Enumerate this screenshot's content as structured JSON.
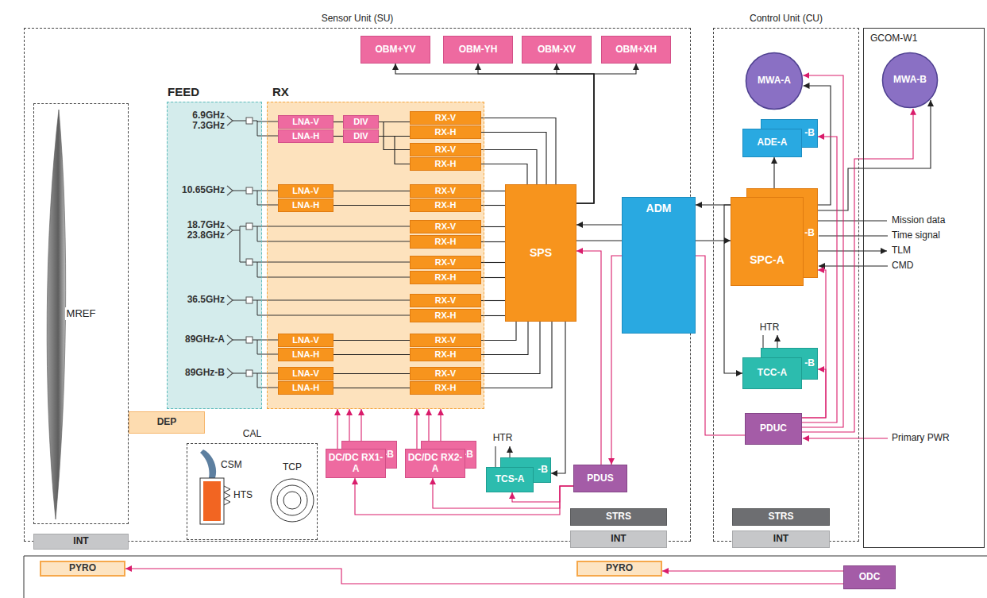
{
  "diagram": {
    "nodes": [
      {
        "text": [
          "Sensor Unit (SU)"
        ]
      },
      {
        "text": [
          "OBM+YV"
        ],
        "in": 0
      },
      {
        "text": [
          "OBM-YH"
        ],
        "in": 0
      },
      {
        "text": [
          "OBM-XV"
        ],
        "in": 0
      },
      {
        "text": [
          "OBM+XH"
        ],
        "in": 0
      },
      {
        "text": [
          "FEED"
        ],
        "in": 0
      },
      {
        "text": [
          "RX"
        ],
        "in": 0
      },
      {
        "text": [
          "LNA-V"
        ],
        "in": 6
      },
      {
        "text": [
          "LNA-H"
        ],
        "in": 6
      },
      {
        "text": [
          "DIV"
        ],
        "in": 6
      },
      {
        "text": [
          "DIV"
        ],
        "in": 6
      },
      {
        "text": [
          "RX-V"
        ],
        "in": 6
      },
      {
        "text": [
          "RX-H"
        ],
        "in": 6
      },
      {
        "text": [
          "RX-V"
        ],
        "in": 6
      },
      {
        "text": [
          "RX-H"
        ],
        "in": 6
      },
      {
        "text": [
          "LNA-V"
        ],
        "in": 6
      },
      {
        "text": [
          "LNA-H"
        ],
        "in": 6
      },
      {
        "text": [
          "RX-V"
        ],
        "in": 6
      },
      {
        "text": [
          "RX-H"
        ],
        "in": 6
      },
      {
        "text": [
          "RX-V"
        ],
        "in": 6
      },
      {
        "text": [
          "RX-H"
        ],
        "in": 6
      },
      {
        "text": [
          "RX-V"
        ],
        "in": 6
      },
      {
        "text": [
          "RX-H"
        ],
        "in": 6
      },
      {
        "text": [
          "RX-V"
        ],
        "in": 6
      },
      {
        "text": [
          "RX-H"
        ],
        "in": 6
      },
      {
        "text": [
          "LNA-V"
        ],
        "in": 6
      },
      {
        "text": [
          "LNA-H"
        ],
        "in": 6
      },
      {
        "text": [
          "RX-V"
        ],
        "in": 6
      },
      {
        "text": [
          "RX-H"
        ],
        "in": 6
      },
      {
        "text": [
          "LNA-V"
        ],
        "in": 6
      },
      {
        "text": [
          "LNA-H"
        ],
        "in": 6
      },
      {
        "text": [
          "RX-V"
        ],
        "in": 6
      },
      {
        "text": [
          "RX-H"
        ],
        "in": 6
      },
      {
        "text": [
          "SPS"
        ],
        "in": 0
      },
      {
        "text": [
          "ADM"
        ],
        "in": 0
      },
      {
        "text": [
          "MREF"
        ],
        "in": 0
      },
      {
        "text": [
          "DEP"
        ],
        "in": 0
      },
      {
        "text": [
          "CAL"
        ],
        "in": 0
      },
      {
        "text": [
          "-B"
        ],
        "in": 0
      },
      {
        "text": [
          "DC/DC RX1-A"
        ],
        "in": 0
      },
      {
        "text": [
          "-B"
        ],
        "in": 0
      },
      {
        "text": [
          "DC/DC RX2-A"
        ],
        "in": 0
      },
      {
        "text": [
          "-B"
        ],
        "in": 0
      },
      {
        "text": [
          "TCS-A"
        ],
        "in": 0
      },
      {
        "text": [
          "PDUS"
        ],
        "in": 0
      },
      {
        "text": [
          "STRS"
        ],
        "in": 0
      },
      {
        "text": [
          "INT"
        ]
      },
      {
        "text": [
          "INT"
        ]
      },
      {
        "text": [
          "Control Unit (CU)"
        ]
      },
      {
        "text": [
          "MWA-A"
        ],
        "in": 48
      },
      {
        "text": [
          "-B"
        ],
        "in": 48
      },
      {
        "text": [
          "ADE-A"
        ],
        "in": 48
      },
      {
        "text": [
          "-B"
        ],
        "in": 48
      },
      {
        "text": [
          "SPC-A"
        ],
        "in": 48
      },
      {
        "text": [
          "-B"
        ],
        "in": 48
      },
      {
        "text": [
          "TCC-A"
        ],
        "in": 48
      },
      {
        "text": [
          "PDUC"
        ],
        "in": 48
      },
      {
        "text": [
          "STRS"
        ],
        "in": 48
      },
      {
        "text": [
          "INT"
        ]
      },
      {
        "text": [
          "GCOM-W1"
        ]
      },
      {
        "text": [
          "MWA-B"
        ],
        "in": 59
      },
      {
        "text": [
          "PYRO"
        ]
      },
      {
        "text": [
          "PYRO"
        ]
      },
      {
        "text": [
          "ODC"
        ]
      }
    ],
    "edges": [
      {
        "from": 7,
        "to": 9,
        "arrow": "none"
      },
      {
        "from": 8,
        "to": 10,
        "arrow": "none"
      },
      {
        "from": 9,
        "to": 11,
        "arrow": "none"
      },
      {
        "from": 9,
        "to": 13,
        "arrow": "none"
      },
      {
        "from": 10,
        "to": 12,
        "arrow": "none"
      },
      {
        "from": 10,
        "to": 14,
        "arrow": "none"
      },
      {
        "from": 15,
        "to": 17,
        "arrow": "none"
      },
      {
        "from": 16,
        "to": 18,
        "arrow": "none"
      },
      {
        "from": 25,
        "to": 27,
        "arrow": "none"
      },
      {
        "from": 26,
        "to": 28,
        "arrow": "none"
      },
      {
        "from": 29,
        "to": 31,
        "arrow": "none"
      },
      {
        "from": 30,
        "to": 32,
        "arrow": "none"
      },
      {
        "from": 11,
        "to": 33,
        "arrow": "none"
      },
      {
        "from": 12,
        "to": 33,
        "arrow": "none"
      },
      {
        "from": 13,
        "to": 33,
        "arrow": "none"
      },
      {
        "from": 14,
        "to": 33,
        "arrow": "none"
      },
      {
        "from": 17,
        "to": 33,
        "arrow": "none"
      },
      {
        "from": 18,
        "to": 33,
        "arrow": "none"
      },
      {
        "from": 19,
        "to": 33,
        "arrow": "none"
      },
      {
        "from": 20,
        "to": 33,
        "arrow": "none"
      },
      {
        "from": 21,
        "to": 33,
        "arrow": "none"
      },
      {
        "from": 22,
        "to": 33,
        "arrow": "none"
      },
      {
        "from": 23,
        "to": 33,
        "arrow": "none"
      },
      {
        "from": 24,
        "to": 33,
        "arrow": "none"
      },
      {
        "from": 27,
        "to": 33,
        "arrow": "none"
      },
      {
        "from": 28,
        "to": 33,
        "arrow": "none"
      },
      {
        "from": 31,
        "to": 33,
        "arrow": "none"
      },
      {
        "from": 32,
        "to": 33,
        "arrow": "none"
      },
      {
        "from": 33,
        "to": 1,
        "arrow": "to"
      },
      {
        "from": 33,
        "to": 2,
        "arrow": "to"
      },
      {
        "from": 33,
        "to": 3,
        "arrow": "to"
      },
      {
        "from": 33,
        "to": 4,
        "arrow": "to"
      },
      {
        "from": 34,
        "to": 33,
        "arrow": "to"
      },
      {
        "from": 33,
        "to": 53,
        "arrow": "to"
      },
      {
        "from": 53,
        "to": 34,
        "arrow": "to"
      },
      {
        "from": 53,
        "to": 51,
        "arrow": "to"
      },
      {
        "from": 53,
        "to": 55,
        "arrow": "to"
      },
      {
        "from": 53,
        "to": 49,
        "arrow": "to"
      },
      {
        "from": 53,
        "to": 60,
        "arrow": "to"
      },
      {
        "from": 33,
        "to": 42,
        "arrow": "to"
      },
      {
        "from": 56,
        "to": 49,
        "arrow": "to"
      },
      {
        "from": 56,
        "to": 50,
        "arrow": "to"
      },
      {
        "from": 56,
        "to": 52,
        "arrow": "to"
      },
      {
        "from": 56,
        "to": 54,
        "arrow": "to"
      },
      {
        "from": 56,
        "to": 44,
        "arrow": "to"
      },
      {
        "from": 44,
        "to": 33,
        "arrow": "to"
      },
      {
        "from": 44,
        "to": 39,
        "arrow": "to"
      },
      {
        "from": 44,
        "to": 41,
        "arrow": "to"
      },
      {
        "from": 44,
        "to": 43,
        "arrow": "to"
      },
      {
        "from": 39,
        "to": 6,
        "arrow": "to"
      },
      {
        "from": 39,
        "to": 6,
        "arrow": "to"
      },
      {
        "from": 39,
        "to": 6,
        "arrow": "to"
      },
      {
        "from": 41,
        "to": 6,
        "arrow": "to"
      },
      {
        "from": 41,
        "to": 6,
        "arrow": "to"
      },
      {
        "from": 41,
        "to": 6,
        "arrow": "to"
      },
      {
        "from": 63,
        "to": 62,
        "arrow": "to"
      },
      {
        "from": 63,
        "to": 61,
        "arrow": "to"
      },
      {
        "from": 56,
        "to": 60,
        "arrow": "to"
      }
    ],
    "labels": [
      "6.9GHz",
      "7.3GHz",
      "10.65GHz",
      "18.7GHz",
      "23.8GHz",
      "36.5GHz",
      "89GHz-A",
      "89GHz-B",
      "Mission data",
      "Time signal",
      "TLM",
      "CMD",
      "HTR",
      "Primary PWR",
      "HTR",
      "CSM",
      "TCP",
      "HTS"
    ]
  }
}
